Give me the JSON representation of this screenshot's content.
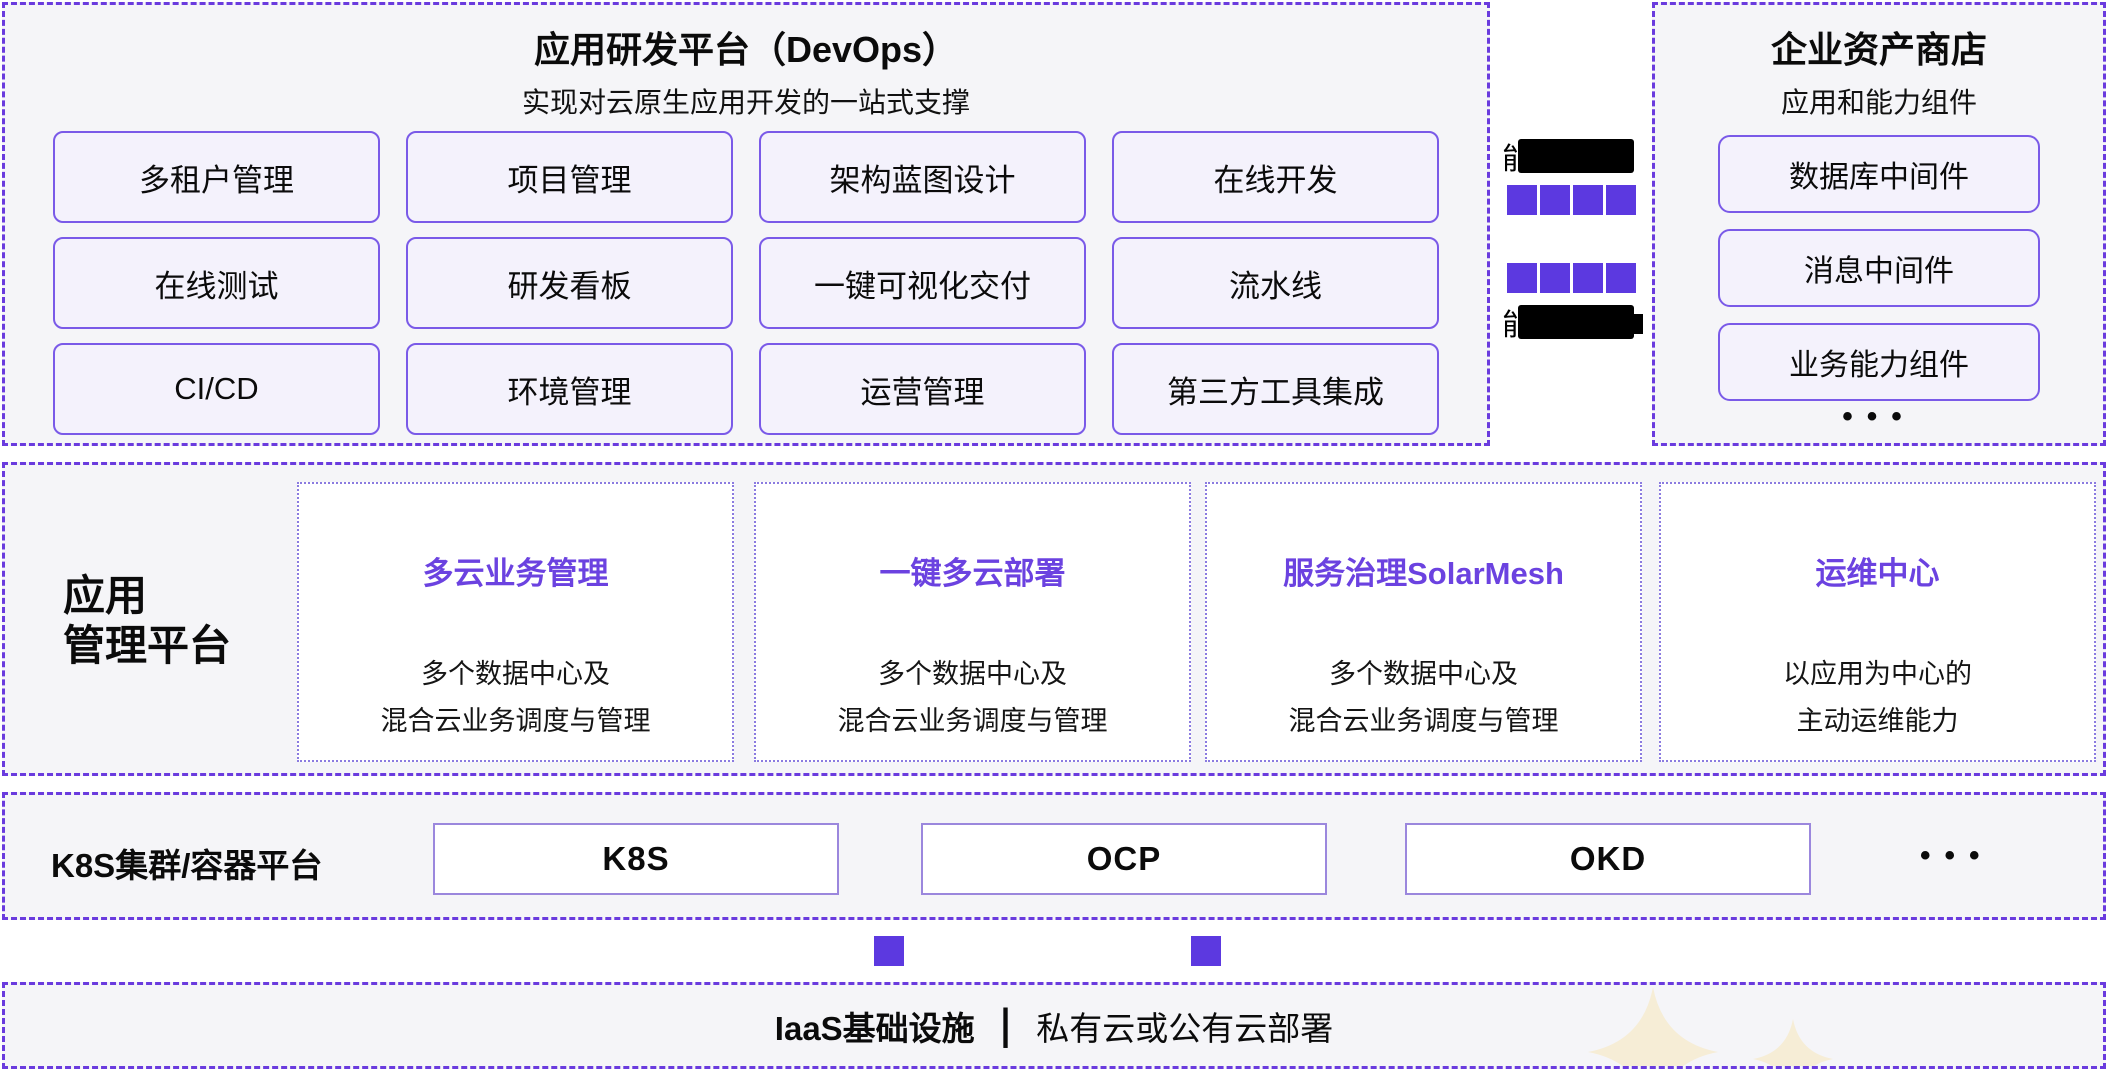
{
  "colors": {
    "accent_purple": "#6B42E0",
    "square_purple": "#5C39E0",
    "dash_border_purple": "#6A3BDE",
    "chip_border_purple": "#7A5AE8",
    "chip_bg": "#F4F2FC",
    "panel_bg": "#F5F5F8",
    "k8s_box_border": "#9B87DD",
    "sparkle_cream": "#F6EDD6",
    "redaction_black": "#000000"
  },
  "devops_panel": {
    "title": "应用研发平台（DevOps）",
    "subtitle": "实现对云原生应用开发的一站式支撑",
    "items": [
      "多租户管理",
      "项目管理",
      "架构蓝图设计",
      "在线开发",
      "在线测试",
      "研发看板",
      "一键可视化交付",
      "流水线",
      "CI/CD",
      "环境管理",
      "运营管理",
      "第三方工具集成"
    ]
  },
  "capability_links": {
    "top_label_visible": "能",
    "bottom_label_visible": "能"
  },
  "asset_store_panel": {
    "title": "企业资产商店",
    "subtitle": "应用和能力组件",
    "items": [
      "数据库中间件",
      "消息中间件",
      "业务能力组件"
    ],
    "more": "•••"
  },
  "app_mgmt_band": {
    "label_line1": "应用",
    "label_line2": "管理平台",
    "cards": [
      {
        "title": "多云业务管理",
        "desc_line1": "多个数据中心及",
        "desc_line2": "混合云业务调度与管理"
      },
      {
        "title": "一键多云部署",
        "desc_line1": "多个数据中心及",
        "desc_line2": "混合云业务调度与管理"
      },
      {
        "title": "服务治理SolarMesh",
        "desc_line1": "多个数据中心及",
        "desc_line2": "混合云业务调度与管理"
      },
      {
        "title": "运维中心",
        "desc_line1": "以应用为中心的",
        "desc_line2": "主动运维能力"
      }
    ]
  },
  "k8s_band": {
    "label": "K8S集群/容器平台",
    "items": [
      "K8S",
      "OCP",
      "OKD"
    ],
    "more": "•••"
  },
  "iaas_band": {
    "title": "IaaS基础设施",
    "separator": "|",
    "subtitle": "私有云或公有云部署"
  }
}
